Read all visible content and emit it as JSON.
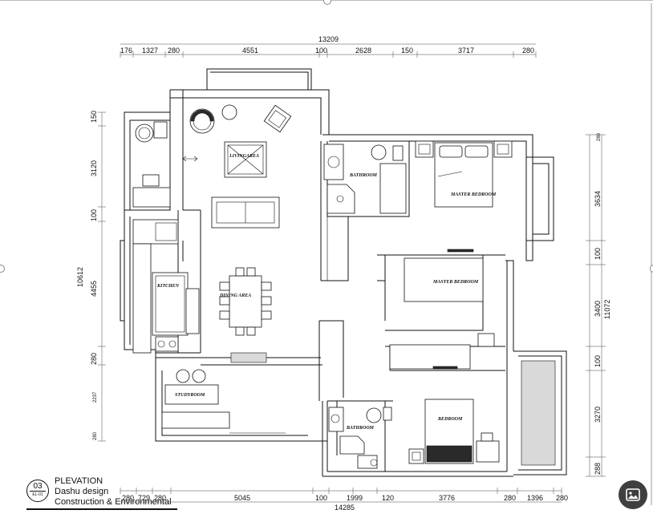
{
  "title_block": {
    "sheet_number": "03",
    "sheet_code": "EL-01",
    "title": "PLEVATION",
    "company": "Dashu design",
    "subtitle": "Construction & Environmental"
  },
  "dimensions": {
    "top_total": "13209",
    "top": [
      "176",
      "1327",
      "280",
      "4551",
      "100",
      "2628",
      "150",
      "3717",
      "280"
    ],
    "bottom_total": "14285",
    "bottom": [
      "280",
      "729",
      "280",
      "5045",
      "100",
      "1999",
      "120",
      "3776",
      "280",
      "1396",
      "280"
    ],
    "left_total": "10612",
    "left": [
      "150",
      "3120",
      "100",
      "4455",
      "280"
    ],
    "left_small": [
      "2237",
      "280"
    ],
    "right_total": "11072",
    "right": [
      "3634",
      "100",
      "3400",
      "100",
      "3270",
      "288"
    ],
    "right_small": [
      "280"
    ]
  },
  "rooms": {
    "living": "LIVINGAREA",
    "bathroom_upper": "BATHROOM",
    "master_bedroom_1": "MASTER BEDROOM",
    "master_bedroom_2": "MASTER BEDROOM",
    "kitchen": "KITCHEN",
    "dining": "DINING AREA",
    "study": "STUDYROOM",
    "bathroom_lower": "BATHROOM",
    "bedroom_lower": "BEDROOM"
  },
  "toolbar": {
    "image_button_icon": "image-icon"
  }
}
